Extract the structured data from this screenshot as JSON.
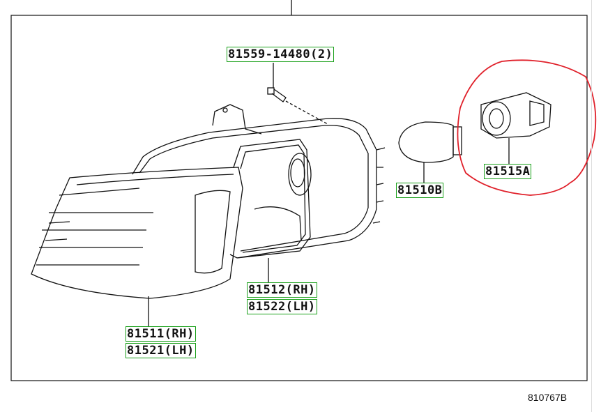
{
  "parts": {
    "screw": {
      "number": "81559-14480(2)"
    },
    "bulb": {
      "number": "81510B"
    },
    "socket": {
      "number": "81515A"
    },
    "housing": {
      "rh": "81512(RH)",
      "lh": "81522(LH)"
    },
    "lens": {
      "rh": "81511(RH)",
      "lh": "81521(LH)"
    }
  },
  "figure_code": "810767B",
  "colors": {
    "line": "#111111",
    "label_box": "#1aa01a",
    "highlight_circle": "#e0202a"
  }
}
